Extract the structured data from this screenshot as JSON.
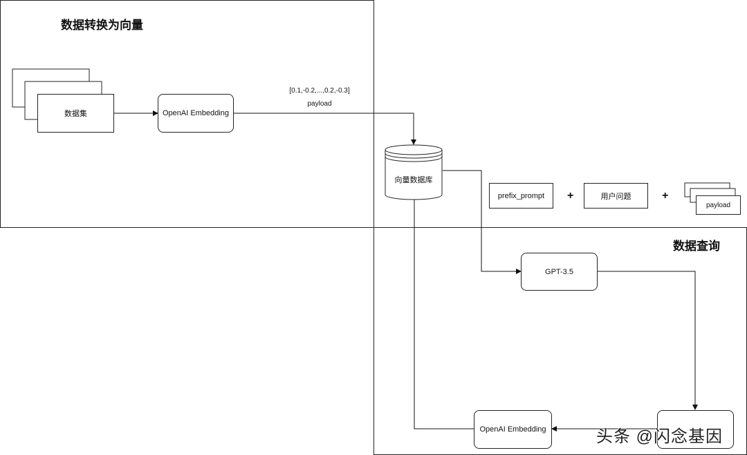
{
  "sections": {
    "convert_title": "数据转换为向量",
    "query_title": "数据查询"
  },
  "nodes": {
    "dataset": "数据集",
    "embedding_top": "OpenAI Embedding",
    "vector_db": "向量数据库",
    "prefix_prompt": "prefix_prompt",
    "user_question": "用户问题",
    "payload": "payload",
    "gpt": "GPT-3.5",
    "embedding_bottom": "OpenAI Embedding",
    "user_node": ""
  },
  "edge_labels": {
    "vector": "[0.1,-0.2,...,0.2,-0.3]",
    "payload": "payload"
  },
  "operators": {
    "plus1": "+",
    "plus2": "+"
  },
  "watermark": "头条 @闪念基因"
}
